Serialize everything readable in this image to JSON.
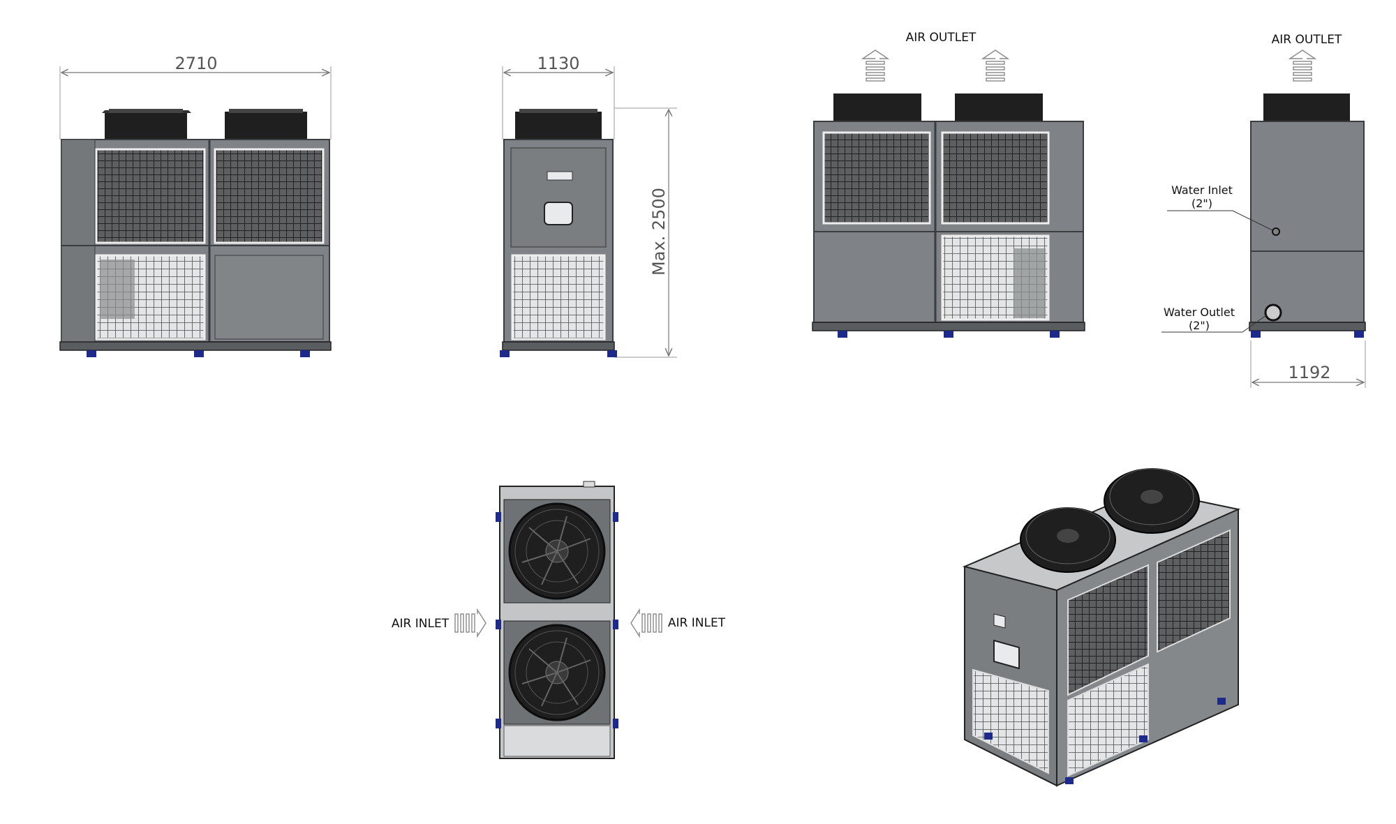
{
  "dimensions": {
    "front_width": "2710",
    "side_width": "1130",
    "max_height": "Max. 2500",
    "back_side_width": "1192"
  },
  "labels": {
    "air_outlet_1": "AIR OUTLET",
    "air_outlet_2": "AIR OUTLET",
    "water_inlet": "Water Inlet",
    "water_inlet_size": "(2\")",
    "water_outlet": "Water Outlet",
    "water_outlet_size": "(2\")",
    "air_inlet_left": "AIR INLET",
    "air_inlet_right": "AIR INLET"
  },
  "colors": {
    "panel": "#7f8387",
    "panel_light": "#b3b6b8",
    "frame": "#3a3d40",
    "fan": "#1f1f1f",
    "foot": "#1d2a8a",
    "dim_line": "#777777"
  }
}
